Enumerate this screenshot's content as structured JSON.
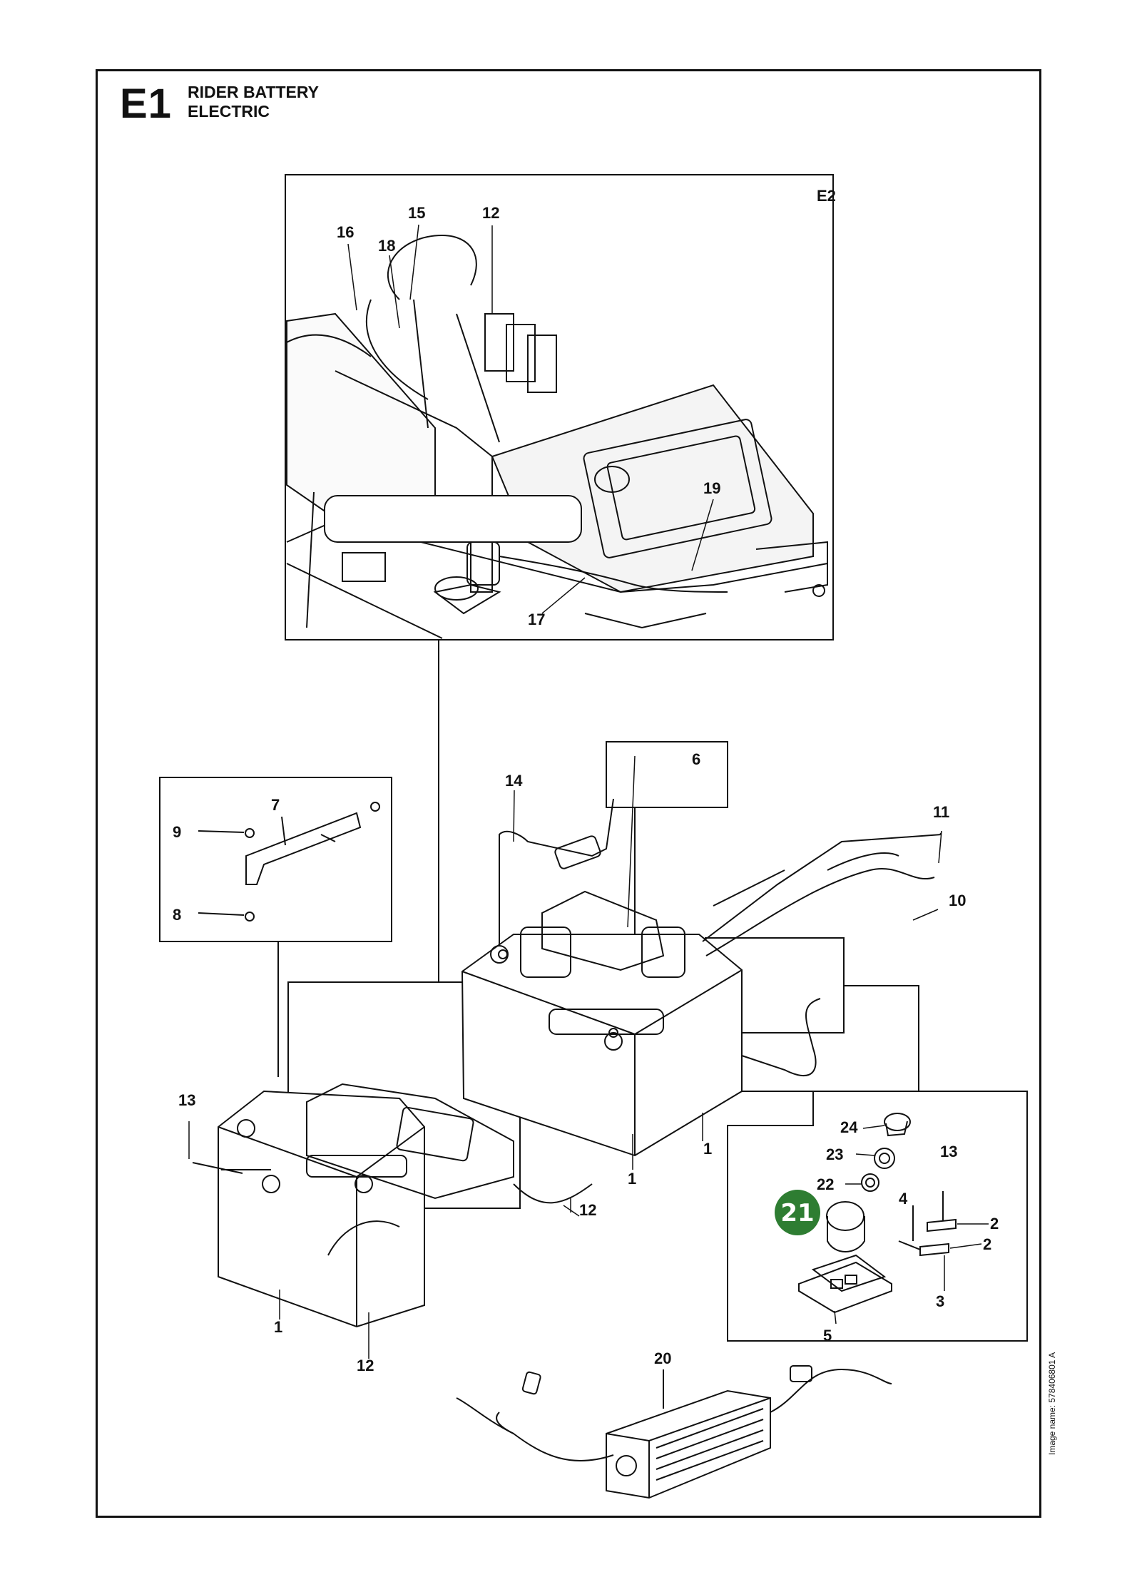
{
  "header": {
    "section_code": "E1",
    "title_line1": "RIDER BATTERY",
    "title_line2": "ELECTRIC"
  },
  "inset_top": {
    "ref": "E2"
  },
  "callouts": {
    "c16": "16",
    "c15": "15",
    "c12a": "12",
    "c18": "18",
    "c19": "19",
    "c17": "17",
    "c6": "6",
    "c14": "14",
    "c11": "11",
    "c10": "10",
    "c7": "7",
    "c9": "9",
    "c8": "8",
    "c13a": "13",
    "c12b": "12",
    "c1a": "1",
    "c1b": "1",
    "c1c": "1",
    "c12c": "12",
    "c24": "24",
    "c23": "23",
    "c22": "22",
    "c13b": "13",
    "c2a": "2",
    "c4": "4",
    "c2b": "2",
    "c3": "3",
    "c5": "5",
    "c20": "20"
  },
  "highlight": {
    "label": "21",
    "color": "#2e7d32"
  },
  "image_name": "Image name: 578406801 A"
}
